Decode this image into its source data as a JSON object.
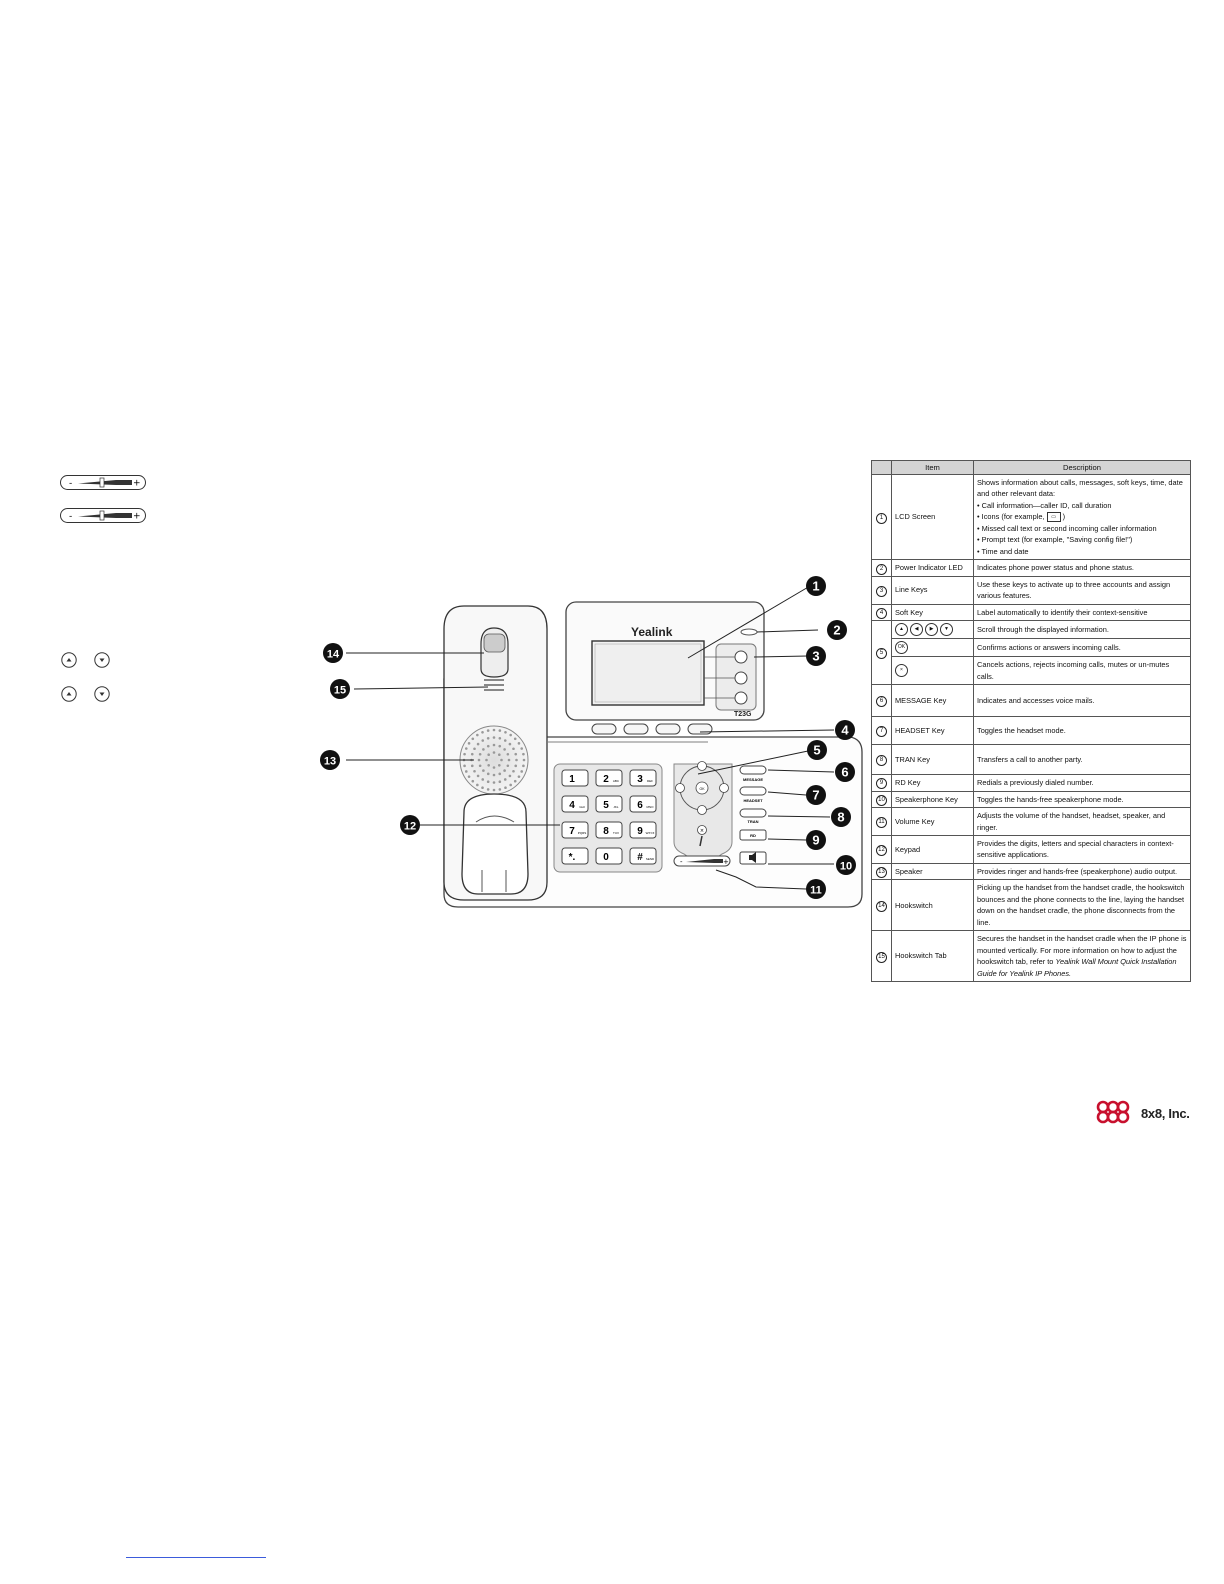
{
  "diagram": {
    "brand": "Yealink",
    "model": "T23G",
    "callouts": [
      "1",
      "2",
      "3",
      "4",
      "5",
      "6",
      "7",
      "8",
      "9",
      "10",
      "11",
      "12",
      "13",
      "14",
      "15"
    ],
    "keypad": [
      {
        "digit": "1",
        "letters": ""
      },
      {
        "digit": "2",
        "letters": "ABC"
      },
      {
        "digit": "3",
        "letters": "DEF"
      },
      {
        "digit": "4",
        "letters": "GHI"
      },
      {
        "digit": "5",
        "letters": "JKL"
      },
      {
        "digit": "6",
        "letters": "MNO"
      },
      {
        "digit": "7",
        "letters": "PQRS"
      },
      {
        "digit": "8",
        "letters": "TUV"
      },
      {
        "digit": "9",
        "letters": "WXYZ"
      },
      {
        "digit": "*.",
        "letters": ""
      },
      {
        "digit": "0",
        "letters": ""
      },
      {
        "digit": "#",
        "letters": "SEND"
      }
    ],
    "side_keys": {
      "message": "MESSAGE",
      "headset": "HEADSET",
      "tran": "TRAN",
      "rd": "RD",
      "ok": "OK"
    }
  },
  "table": {
    "headers": {
      "item": "Item",
      "description": "Description"
    },
    "rows": [
      {
        "num": "1",
        "item": "LCD Screen",
        "intro": "Shows information about calls, messages, soft keys, time, date and other relevant data:",
        "bullets": [
          "Call information—caller ID, call duration",
          "Icons (for example,",
          "Missed call text or second incoming caller information",
          "Prompt text (for example, \"Saving config file!\")",
          "Time and date"
        ]
      },
      {
        "num": "2",
        "item": "Power Indicator LED",
        "description": "Indicates phone power status and phone status."
      },
      {
        "num": "3",
        "item": "Line Keys",
        "description": "Use these keys to activate up to three accounts and assign various features."
      },
      {
        "num": "4",
        "item": "Soft Key",
        "description": "Label automatically to identify their context-sensitive"
      },
      {
        "num": "5",
        "sub": [
          {
            "description": "Scroll through the displayed information."
          },
          {
            "description": "Confirms actions or answers incoming calls."
          },
          {
            "description": "Cancels actions, rejects incoming calls, mutes or un-mutes calls."
          }
        ]
      },
      {
        "num": "6",
        "item": "MESSAGE Key",
        "description": "Indicates and accesses voice mails."
      },
      {
        "num": "7",
        "item": "HEADSET Key",
        "description": "Toggles the headset mode."
      },
      {
        "num": "8",
        "item": "TRAN Key",
        "description": "Transfers a call to another party."
      },
      {
        "num": "9",
        "item": "RD Key",
        "description": "Redials a previously dialed number."
      },
      {
        "num": "10",
        "item": "Speakerphone Key",
        "description": "Toggles the hands-free speakerphone mode."
      },
      {
        "num": "11",
        "item": "Volume Key",
        "description": "Adjusts the volume of the handset, headset, speaker, and ringer."
      },
      {
        "num": "12",
        "item": "Keypad",
        "description": "Provides the digits, letters and special characters in context-sensitive applications."
      },
      {
        "num": "13",
        "item": "Speaker",
        "description": "Provides ringer and hands-free (speakerphone) audio output."
      },
      {
        "num": "14",
        "item": "Hookswitch",
        "description": "Picking up the handset from the handset cradle, the hookswitch bounces and the phone connects to the line, laying the handset down on the handset cradle, the phone disconnects from the line."
      },
      {
        "num": "15",
        "item": "Hookswitch Tab",
        "description": "Secures the handset in the handset cradle when the IP phone is mounted vertically. For more information on how to adjust the hookswitch tab, refer to",
        "description_italic": "Yealink Wall Mount Quick Installation Guide for Yealink IP Phones."
      }
    ]
  },
  "logo": {
    "text": "8x8, Inc.",
    "color": "#c8102e"
  }
}
